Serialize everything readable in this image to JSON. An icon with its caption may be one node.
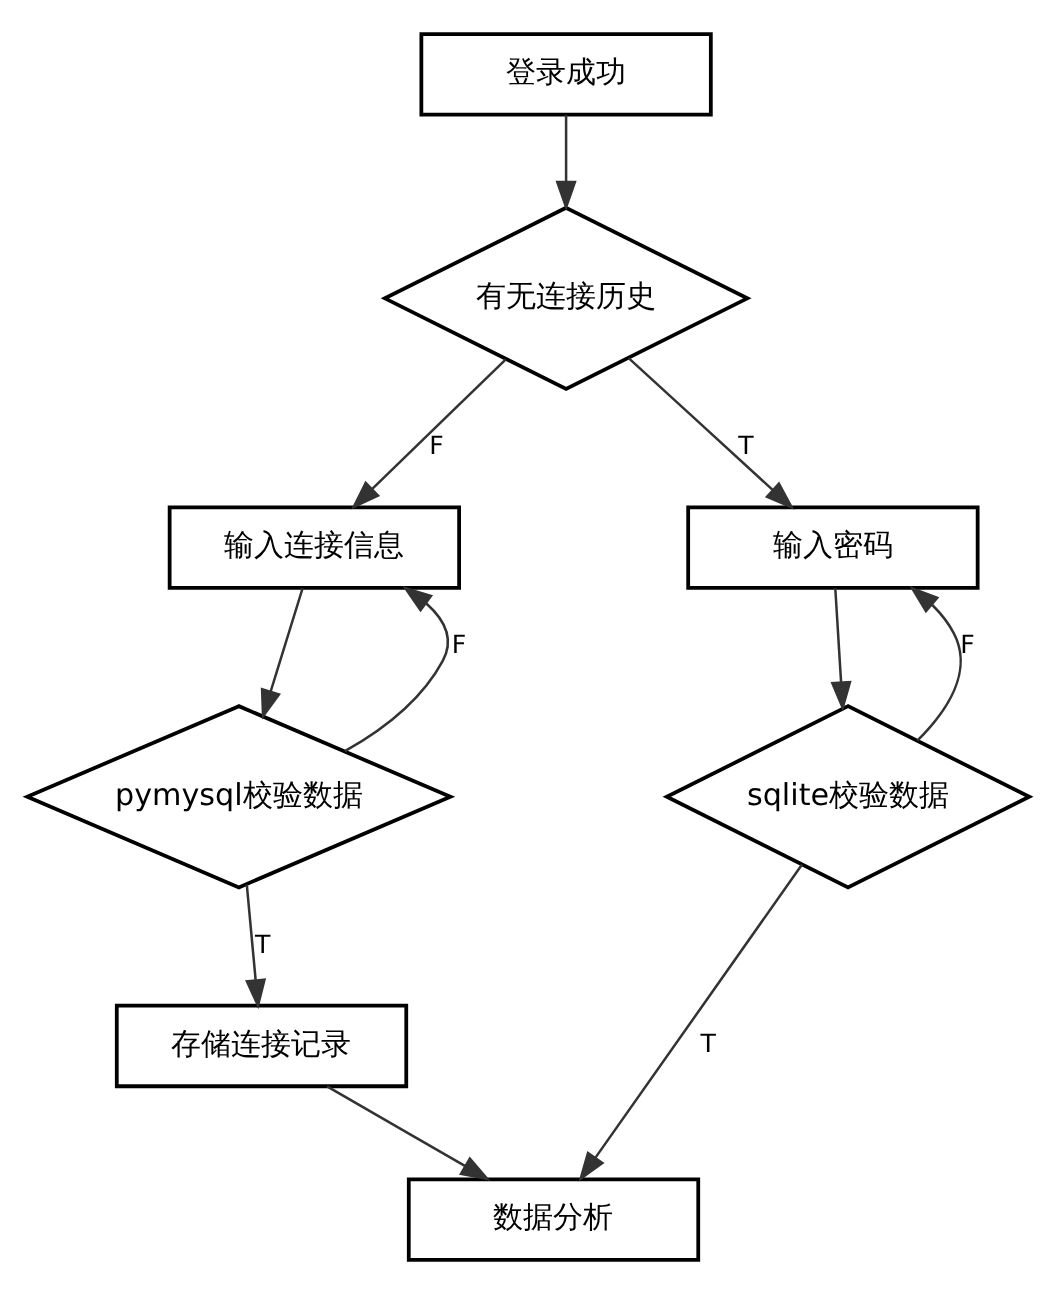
{
  "diagram": {
    "nodes": [
      {
        "text": [
          "登录成功"
        ]
      },
      {
        "text": [
          "有无连接历史"
        ]
      },
      {
        "text": [
          "输入连接信息"
        ]
      },
      {
        "text": [
          "pymysql校验数据"
        ]
      },
      {
        "text": [
          "存储连接记录"
        ]
      },
      {
        "text": [
          "数据分析"
        ]
      },
      {
        "text": [
          "输入密码"
        ]
      },
      {
        "text": [
          "sqlite校验数据"
        ]
      }
    ],
    "edges": [
      {
        "from": 0,
        "to": 1,
        "arrow": "to"
      },
      {
        "from": 1,
        "to": 2,
        "arrow": "to",
        "label": "F"
      },
      {
        "from": 1,
        "to": 6,
        "arrow": "to",
        "label": "T"
      },
      {
        "from": 2,
        "to": 3,
        "arrow": "to"
      },
      {
        "from": 3,
        "to": 2,
        "arrow": "to",
        "label": "F"
      },
      {
        "from": 3,
        "to": 4,
        "arrow": "to",
        "label": "T"
      },
      {
        "from": 4,
        "to": 5,
        "arrow": "to"
      },
      {
        "from": 6,
        "to": 7,
        "arrow": "to"
      },
      {
        "from": 7,
        "to": 6,
        "arrow": "to",
        "label": "F"
      },
      {
        "from": 7,
        "to": 5,
        "arrow": "to",
        "label": "T"
      }
    ]
  }
}
